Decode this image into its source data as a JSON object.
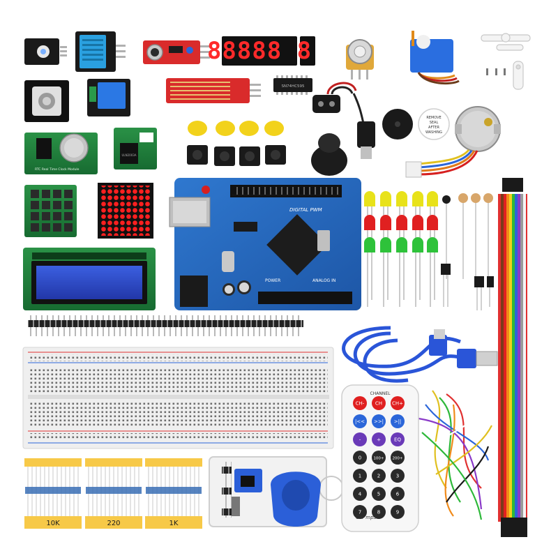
{
  "labels": {
    "seg_display": "88888 8",
    "driver_chip": "ULN2003A",
    "shift_chip": "SN74HC595",
    "sticker_line1": "REMOVE",
    "sticker_line2": "SEAL",
    "sticker_line3": "AFTER",
    "sticker_line4": "WASHING",
    "rtc_label": "RTC Real Time Clock Module",
    "board_name": "DIGITAL PWM",
    "board_power": "POWER",
    "board_analog": "ANALOG IN",
    "remote_channel": "CHANNEL",
    "remote_brand": "Car mp3",
    "res_10k": "10K",
    "res_220": "220",
    "res_1k": "1K"
  },
  "remote_keys": [
    "CH-",
    "CH",
    "CH+",
    "|<<",
    ">>|",
    ">||",
    "-",
    "+",
    "EQ",
    "0",
    "100+",
    "200+",
    "1",
    "2",
    "3",
    "4",
    "5",
    "6",
    "7",
    "8",
    "9"
  ],
  "colors": {
    "board_blue": "#1f5fb4",
    "module_green": "#1f7a3a",
    "module_red": "#d92b2b",
    "sensor_blue": "#2aa0e0",
    "button_yellow": "#f2d21b",
    "led_yellow": "#e8e21a",
    "led_red": "#e02020",
    "led_green": "#2ec23a",
    "seg_red": "#ff2a2a",
    "lcd_blue": "#2f4fc8",
    "res_label": "#f7c948"
  }
}
